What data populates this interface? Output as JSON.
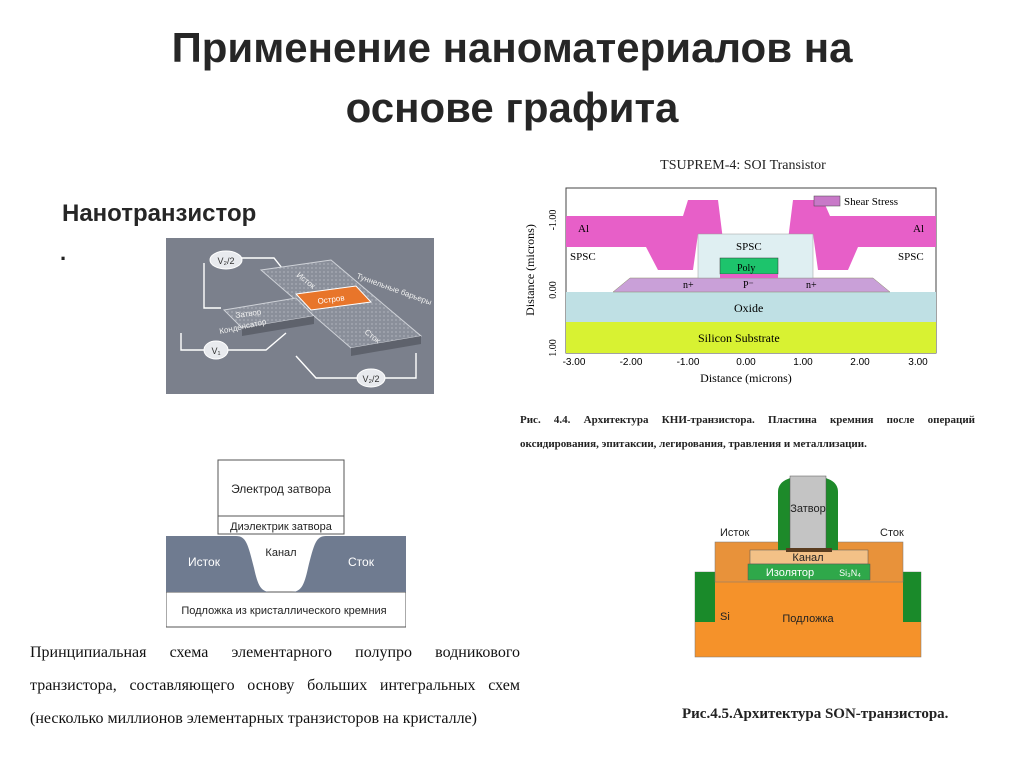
{
  "title_line1": "Применение наноматериалов на",
  "title_line2": "основе графита",
  "subtitle": "Нанотранзистор",
  "subtitle_dot": ".",
  "photo": {
    "labels": {
      "v1": "V₂/2",
      "v2": "V₁",
      "v3": "V₂/2",
      "tunnel": "Туннельные барьеры",
      "source": "Исток",
      "island": "Остров",
      "gate": "Затвор",
      "capacitor": "Конденсатор",
      "drain": "Сток"
    }
  },
  "soi": {
    "title": "TSUPREM-4: SOI Transistor",
    "legend": "Shear Stress",
    "labels": {
      "al_left": "Al",
      "al_right": "Al",
      "spsc_left": "SPSC",
      "spsc_center": "SPSC",
      "spsc_right": "SPSC",
      "poly": "Poly",
      "n_left": "n+",
      "p": "P⁻",
      "n_right": "n+",
      "oxide": "Oxide",
      "substrate": "Silicon Substrate"
    },
    "ylabel": "Distance (microns)",
    "xlabel": "Distance (microns)",
    "xticks": [
      "-3.00",
      "-2.00",
      "-1.00",
      "0.00",
      "1.00",
      "2.00",
      "3.00"
    ],
    "yticks": [
      "-1.00",
      "0.00",
      "1.00"
    ]
  },
  "caption_soi": "Рис. 4.4. Архитектура КНИ-транзистора. Пластина кремния после операций оксидирования, эпитаксии, легирования, травления и металлизации.",
  "mos": {
    "gate_electrode": "Электрод затвора",
    "gate_dielectric": "Диэлектрик затвора",
    "source": "Исток",
    "channel": "Канал",
    "drain": "Сток",
    "substrate": "Подложка из кристаллического кремния"
  },
  "caption_mos": "Принципиальная схема элементарного полупро водникового транзистора, составляющего основу больших интегральных схем (несколько миллионов элементарных транзисторов на кристалле)",
  "son": {
    "gate": "Затвор",
    "source": "Исток",
    "drain": "Сток",
    "channel": "Канал",
    "insulator": "Изолятор",
    "si3n4": "Si₃N₄",
    "si": "Si",
    "substrate": "Подложка"
  },
  "caption_son": "Рис.4.5.Архитектура SON-транзистора."
}
